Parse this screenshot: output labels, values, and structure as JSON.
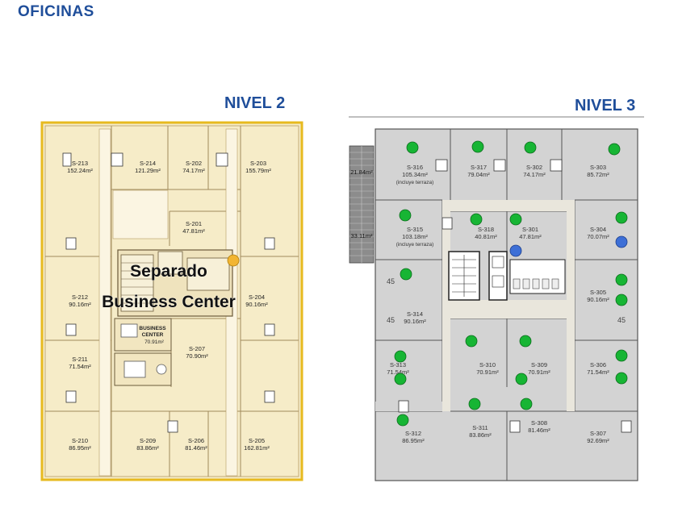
{
  "page_title": "OFICINAS",
  "level2": {
    "title": "NIVEL 2",
    "overlay_line1": "Separado",
    "overlay_line2": "Business Center",
    "bc_line1": "BUSINESS",
    "bc_line2": "CENTER",
    "bc_area": "70.91m²",
    "marker_color": "#f2b531",
    "units": [
      {
        "id": "S-213",
        "area": "152.24m²"
      },
      {
        "id": "S-214",
        "area": "121.29m²"
      },
      {
        "id": "S-202",
        "area": "74.17m²"
      },
      {
        "id": "S-203",
        "area": "155.79m²"
      },
      {
        "id": "S-201",
        "area": "47.81m²"
      },
      {
        "id": "S-212",
        "area": "90.16m²"
      },
      {
        "id": "S-204",
        "area": "90.16m²"
      },
      {
        "id": "S-207",
        "area": "70.90m²"
      },
      {
        "id": "S-211",
        "area": "71.54m²"
      },
      {
        "id": "S-210",
        "area": "86.95m²"
      },
      {
        "id": "S-209",
        "area": "83.86m²"
      },
      {
        "id": "S-206",
        "area": "81.46m²"
      },
      {
        "id": "S-205",
        "area": "162.81m²"
      }
    ]
  },
  "level3": {
    "title": "NIVEL 3",
    "terrace_a": "21.84m²",
    "terrace_b": "33.11m²",
    "dims": [
      "45",
      "45",
      "45",
      "45"
    ],
    "available_color": "#17b534",
    "other_color": "#3d6fd6",
    "units": [
      {
        "id": "S-316",
        "area": "105.34m²",
        "note": "(incluye terraza)"
      },
      {
        "id": "S-317",
        "area": "79.04m²",
        "note": ""
      },
      {
        "id": "S-302",
        "area": "74.17m²",
        "note": ""
      },
      {
        "id": "S-303",
        "area": "85.72m²",
        "note": ""
      },
      {
        "id": "S-315",
        "area": "103.18m²",
        "note": "(incluye terraza)"
      },
      {
        "id": "S-318",
        "area": "40.81m²",
        "note": ""
      },
      {
        "id": "S-301",
        "area": "47.81m²",
        "note": ""
      },
      {
        "id": "S-304",
        "area": "70.07m²",
        "note": ""
      },
      {
        "id": "S-305",
        "area": "90.16m²",
        "note": ""
      },
      {
        "id": "S-314",
        "area": "90.16m²",
        "note": ""
      },
      {
        "id": "S-313",
        "area": "71.54m²",
        "note": ""
      },
      {
        "id": "S-310",
        "area": "70.91m²",
        "note": ""
      },
      {
        "id": "S-309",
        "area": "70.91m²",
        "note": ""
      },
      {
        "id": "S-306",
        "area": "71.54m²",
        "note": ""
      },
      {
        "id": "S-312",
        "area": "86.95m²",
        "note": ""
      },
      {
        "id": "S-311",
        "area": "83.86m²",
        "note": ""
      },
      {
        "id": "S-308",
        "area": "81.46m²",
        "note": ""
      },
      {
        "id": "S-307",
        "area": "92.69m²",
        "note": ""
      }
    ]
  }
}
